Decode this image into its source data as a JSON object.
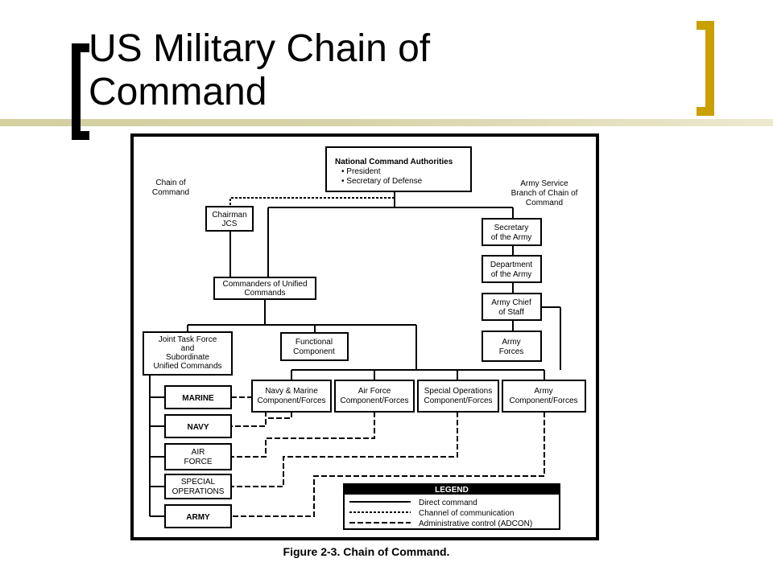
{
  "slide": {
    "title_line1": "US Military Chain of",
    "title_line2": "Command"
  },
  "diagram": {
    "label_chain_line1": "Chain of",
    "label_chain_line2": "Command",
    "label_army_line1": "Army Service",
    "label_army_line2": "Branch of Chain of",
    "label_army_line3": "Command",
    "nca_title": "National Command Authorities",
    "nca_item1": "• President",
    "nca_item2": "• Secretary of Defense",
    "chairman_line1": "Chairman",
    "chairman_line2": "JCS",
    "cuc_line1": "Commanders of Unified",
    "cuc_line2": "Commands",
    "jtf_line1": "Joint Task Force",
    "jtf_line2": "and",
    "jtf_line3": "Subordinate",
    "jtf_line4": "Unified Commands",
    "func_line1": "Functional",
    "func_line2": "Component",
    "secarmy_line1": "Secretary",
    "secarmy_line2": "of the Army",
    "dept_line1": "Department",
    "dept_line2": "of the Army",
    "acs_line1": "Army Chief",
    "acs_line2": "of Staff",
    "af_line1": "Army",
    "af_line2": "Forces",
    "navymar_line1": "Navy & Marine",
    "navymar_line2": "Component/Forces",
    "aircomp_line1": "Air Force",
    "aircomp_line2": "Component/Forces",
    "specops_line1": "Special Operations",
    "specops_line2": "Component/Forces",
    "armycomp_line1": "Army",
    "armycomp_line2": "Component/Forces",
    "marine": "MARINE",
    "navy": "NAVY",
    "airforce_line1": "AIR",
    "airforce_line2": "FORCE",
    "specialops_line1": "SPECIAL",
    "specialops_line2": "OPERATIONS",
    "army": "ARMY",
    "legend_title": "LEGEND",
    "legend_direct": "Direct command",
    "legend_channel": "Channel of communication",
    "legend_adcon": "Administrative control (ADCON)"
  },
  "caption": "Figure 2-3. Chain of Command."
}
